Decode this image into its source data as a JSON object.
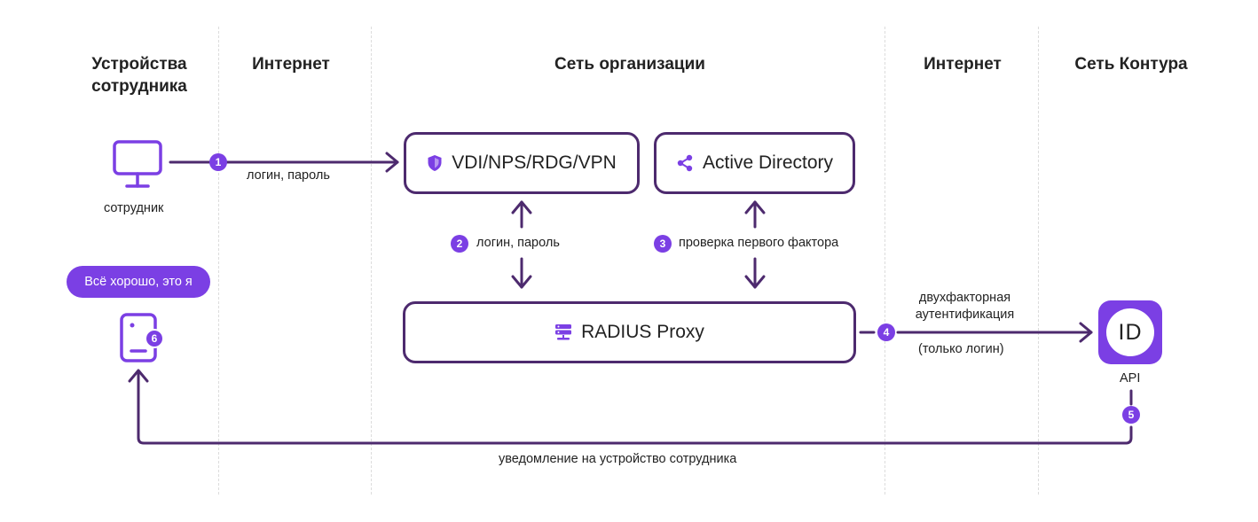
{
  "columns": {
    "devices": "Устройства\nсотрудника",
    "internet_left": "Интернет",
    "org_network": "Сеть организации",
    "internet_right": "Интернет",
    "kontur_network": "Сеть Контура"
  },
  "nodes": {
    "employee_label": "сотрудник",
    "vdi": "VDI/NPS/RDG/VPN",
    "active_directory": "Active Directory",
    "radius": "RADIUS Proxy",
    "id_logo": "ID",
    "api": "API",
    "bubble": "Всё хорошо, это я"
  },
  "steps": {
    "s1": "1",
    "s2": "2",
    "s3": "3",
    "s4": "4",
    "s5": "5",
    "s6": "6"
  },
  "edges": {
    "e1": "логин, пароль",
    "e2": "логин, пароль",
    "e3": "проверка первого фактора",
    "e4_top": "двухфакторная\nаутентификация",
    "e4_bottom": "(только логин)",
    "e5": "уведомление на устройство сотрудника"
  },
  "colors": {
    "accent": "#7b3fe4",
    "line": "#4d2a6e"
  },
  "icons": [
    "monitor-icon",
    "shield-icon",
    "share-icon",
    "server-icon",
    "phone-icon"
  ]
}
